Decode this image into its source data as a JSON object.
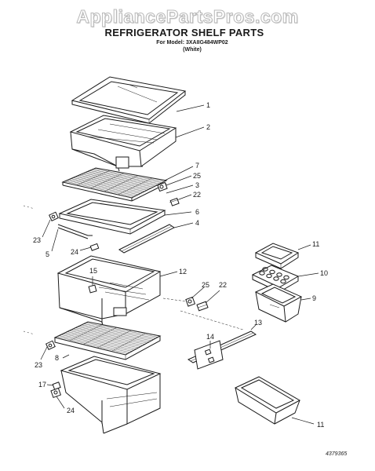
{
  "watermark": "AppliancePartsPros.com",
  "title": "REFRIGERATOR SHELF PARTS",
  "model_line": "For Model: 3XAIIG484WP02",
  "color_line": "(White)",
  "doc_code": "4379365",
  "callouts": [
    {
      "label": "1"
    },
    {
      "label": "2"
    },
    {
      "label": "7"
    },
    {
      "label": "25"
    },
    {
      "label": "3"
    },
    {
      "label": "22"
    },
    {
      "label": "6"
    },
    {
      "label": "4"
    },
    {
      "label": "23"
    },
    {
      "label": "5"
    },
    {
      "label": "24"
    },
    {
      "label": "11"
    },
    {
      "label": "15"
    },
    {
      "label": "12"
    },
    {
      "label": "10"
    },
    {
      "label": "25"
    },
    {
      "label": "22"
    },
    {
      "label": "9"
    },
    {
      "label": "13"
    },
    {
      "label": "14"
    },
    {
      "label": "23"
    },
    {
      "label": "8"
    },
    {
      "label": "17"
    },
    {
      "label": "24"
    },
    {
      "label": "11"
    }
  ]
}
